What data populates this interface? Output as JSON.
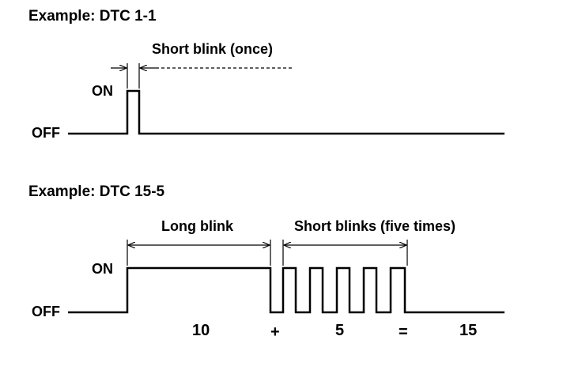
{
  "example1": {
    "title": "Example: DTC 1-1",
    "on_label": "ON",
    "off_label": "OFF",
    "blink_label": "Short blink (once)"
  },
  "example2": {
    "title": "Example: DTC 15-5",
    "on_label": "ON",
    "off_label": "OFF",
    "long_label": "Long blink",
    "short_label": "Short blinks (five times)",
    "value_long": "10",
    "plus": "+",
    "value_short": "5",
    "equals": "=",
    "value_total": "15"
  }
}
